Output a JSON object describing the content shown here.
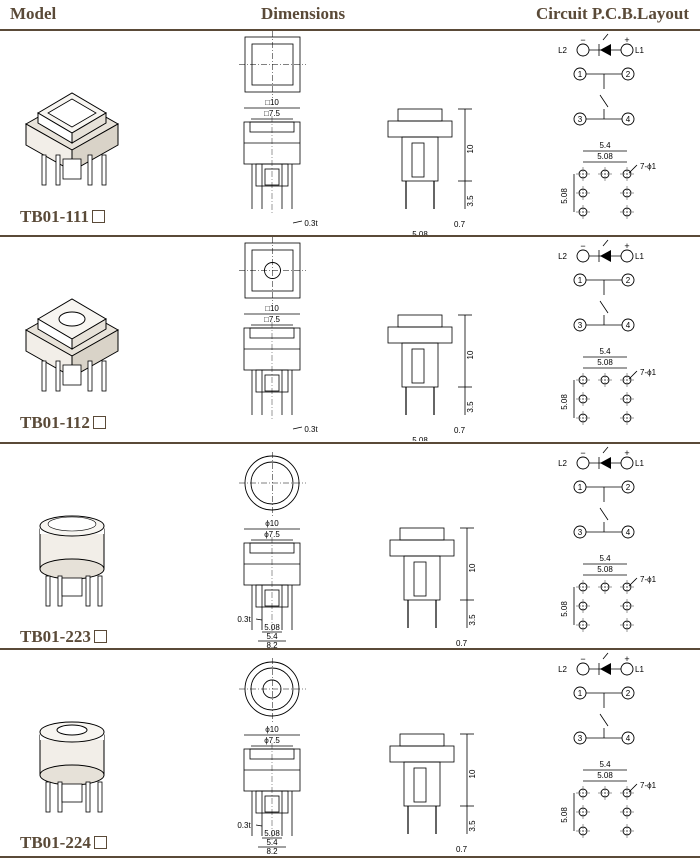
{
  "header": {
    "model": "Model",
    "dimensions": "Dimensions",
    "circuit": "Circuit P.C.B.Layout"
  },
  "rows": [
    {
      "model": "TB01-111",
      "shape": "square",
      "cap": "square"
    },
    {
      "model": "TB01-112",
      "shape": "square",
      "cap": "round-hole"
    },
    {
      "model": "TB01-223",
      "shape": "round",
      "cap": "plain"
    },
    {
      "model": "TB01-224",
      "shape": "round",
      "cap": "ring"
    }
  ],
  "dims": {
    "outer_sq": "□10",
    "inner_sq": "□7.5",
    "outer_round": "ϕ10",
    "inner_round": "ϕ7.5",
    "d508": "5.08",
    "d54": "5.4",
    "d82": "8.2",
    "d03t": "0.3t",
    "d10": "10",
    "d35": "3.5",
    "d07": "0.7"
  },
  "circuit": {
    "minus": "−",
    "plus": "+",
    "l2": "L2",
    "l1": "L1",
    "p1": "1",
    "p2": "2",
    "p3": "3",
    "p4": "4",
    "d54": "5.4",
    "d508": "5.08",
    "holes": "7-ϕ1"
  },
  "colors": {
    "line": "#5a4a38",
    "ink": "#000000"
  }
}
